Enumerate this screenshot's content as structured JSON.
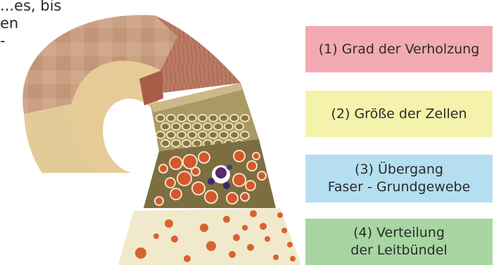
{
  "top_text": [
    "...es, bis",
    "en",
    "-"
  ],
  "labels": [
    {
      "lines": [
        "(1) Grad der Verholzung"
      ],
      "color": "#f3aab2"
    },
    {
      "lines": [
        "(2) Größe der Zellen"
      ],
      "color": "#f5f2ab"
    },
    {
      "lines": [
        "(3) Übergang",
        "Faser - Grundgewebe"
      ],
      "color": "#b5dff0"
    },
    {
      "lines": [
        "(4) Verteilung",
        "der Leitbündel"
      ],
      "color": "#a8d5a2"
    }
  ]
}
